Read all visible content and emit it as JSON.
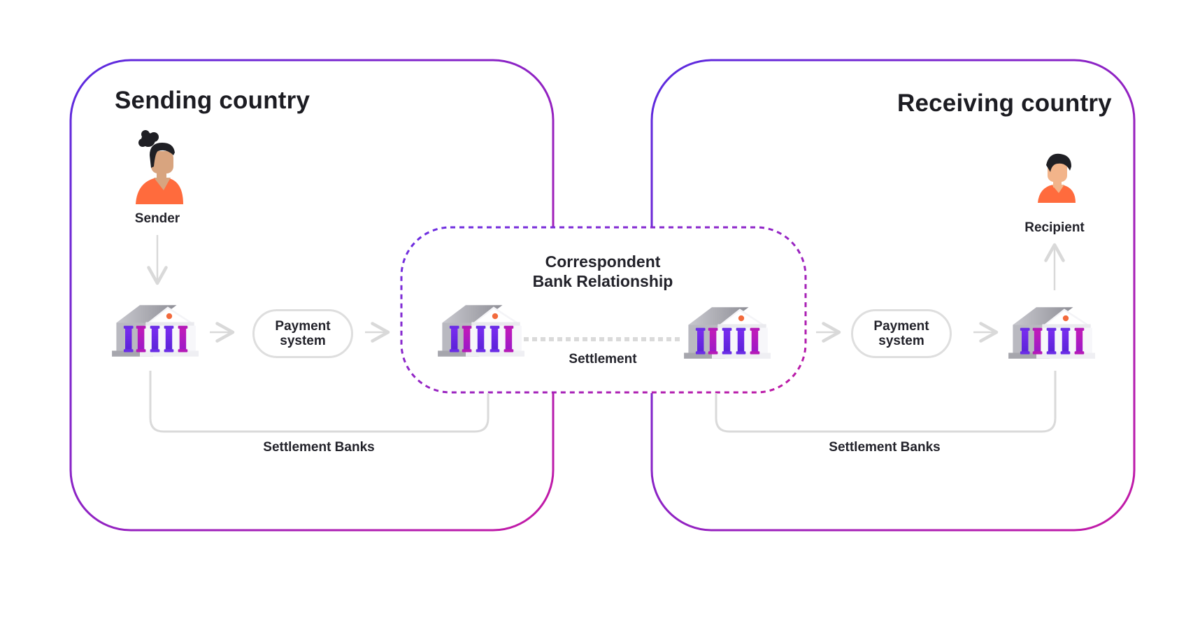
{
  "sending": {
    "title": "Sending country",
    "sender_label": "Sender",
    "payment_system_label": "Payment system",
    "settlement_banks_label": "Settlement Banks"
  },
  "receiving": {
    "title": "Receiving country",
    "recipient_label": "Recipient",
    "payment_system_label": "Payment system",
    "settlement_banks_label": "Settlement Banks"
  },
  "correspondent": {
    "title": "Correspondent Bank Relationship",
    "settlement_label": "Settlement"
  },
  "colors": {
    "gradient_start": "#5b2be0",
    "gradient_end": "#c41aa6",
    "connector_gray": "#dadada",
    "person_shirt": "#ff6b3d",
    "person_skin": "#d8a47f",
    "bank_dot": "#f26a3c"
  },
  "icons": [
    "bank-icon",
    "person-icon",
    "arrow-right-icon",
    "arrow-down-icon",
    "arrow-up-icon"
  ]
}
